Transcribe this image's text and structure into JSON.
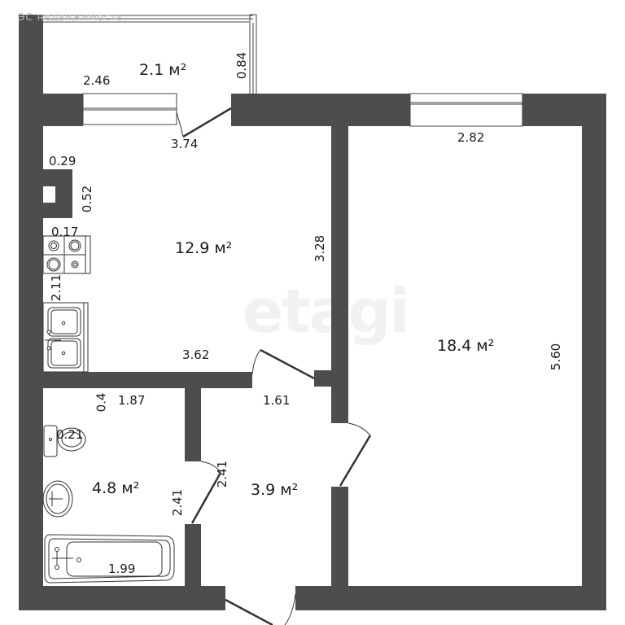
{
  "watermark": "etagi",
  "brand": "ЭС недвижимость",
  "colors": {
    "wall": "#4d4d4d",
    "floor": "#ffffff",
    "line": "#333333",
    "text": "#1c1c1c"
  },
  "rooms": [
    {
      "id": "balcony",
      "area": "2.1 м²",
      "dims": [
        "2.46",
        "0.84"
      ]
    },
    {
      "id": "kitchen",
      "area": "12.9 м²",
      "dims": [
        "3.74",
        "0.29",
        "0.52",
        "0.17",
        "2.11",
        "3.62",
        "3.28"
      ]
    },
    {
      "id": "living-room",
      "area": "18.4 м²",
      "dims": [
        "2.82",
        "5.60"
      ]
    },
    {
      "id": "bathroom",
      "area": "4.8 м²",
      "dims": [
        "0.4",
        "1.87",
        "0.21",
        "2.41",
        "1.99"
      ]
    },
    {
      "id": "hallway",
      "area": "3.9 м²",
      "dims": [
        "1.61",
        "2.41"
      ]
    }
  ]
}
